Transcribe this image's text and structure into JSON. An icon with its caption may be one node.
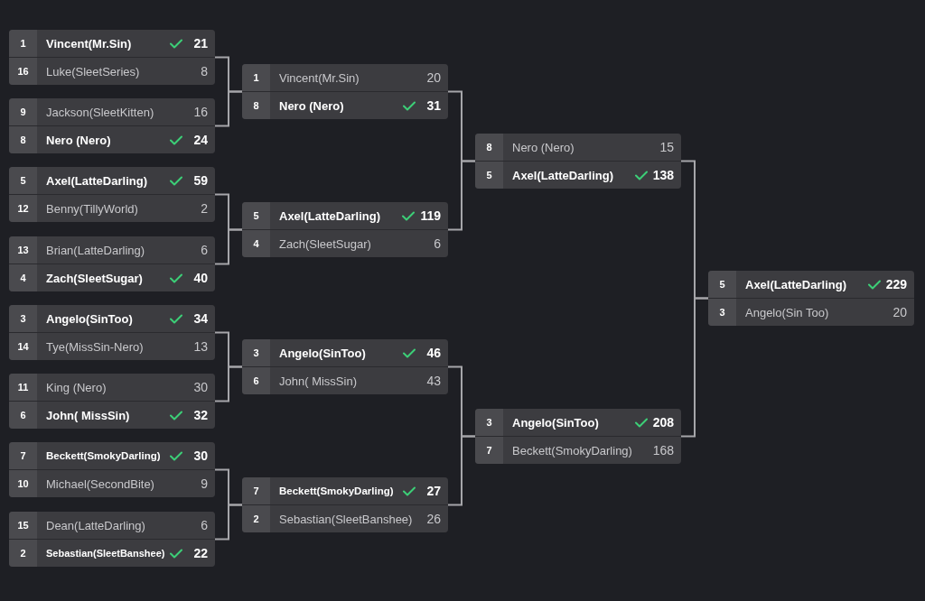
{
  "diagram": {
    "nodes": [
      {
        "text": [],
        "shape": "box"
      },
      {
        "text": [
          "1",
          "Vincent(Mr.Sin)",
          "21"
        ],
        "in": 0
      },
      {
        "text": [
          "16",
          "Luke(SleetSeries)",
          "8"
        ],
        "in": 0
      },
      {
        "text": [],
        "shape": "box"
      },
      {
        "text": [
          "9",
          "Jackson(SleetKitten)",
          "16"
        ],
        "in": 3
      },
      {
        "text": [
          "8",
          "Nero (Nero)",
          "24"
        ],
        "in": 3
      },
      {
        "text": [],
        "shape": "box"
      },
      {
        "text": [
          "5",
          "Axel(LatteDarling)",
          "59"
        ],
        "in": 6
      },
      {
        "text": [
          "12",
          "Benny(TillyWorld)",
          "2"
        ],
        "in": 6
      },
      {
        "text": [],
        "shape": "box"
      },
      {
        "text": [
          "13",
          "Brian(LatteDarling)",
          "6"
        ],
        "in": 9
      },
      {
        "text": [
          "4",
          "Zach(SleetSugar)",
          "40"
        ],
        "in": 9
      },
      {
        "text": [],
        "shape": "box"
      },
      {
        "text": [
          "3",
          "Angelo(SinToo)",
          "34"
        ],
        "in": 12
      },
      {
        "text": [
          "14",
          "Tye(MissSin-Nero)",
          "13"
        ],
        "in": 12
      },
      {
        "text": [],
        "shape": "box"
      },
      {
        "text": [
          "11",
          "King (Nero)",
          "30"
        ],
        "in": 15
      },
      {
        "text": [
          "6",
          "John( MissSin)",
          "32"
        ],
        "in": 15
      },
      {
        "text": [],
        "shape": "box"
      },
      {
        "text": [
          "7",
          "Beckett(SmokyDarling)",
          "30"
        ],
        "in": 18
      },
      {
        "text": [
          "10",
          "Michael(SecondBite)",
          "9"
        ],
        "in": 18
      },
      {
        "text": [],
        "shape": "box"
      },
      {
        "text": [
          "15",
          "Dean(LatteDarling)",
          "6"
        ],
        "in": 21
      },
      {
        "text": [
          "2",
          "Sebastian(SleetBanshee)",
          "22"
        ],
        "in": 21
      },
      {
        "text": [],
        "shape": "box"
      },
      {
        "text": [
          "1",
          "Vincent(Mr.Sin)",
          "20"
        ],
        "in": 24
      },
      {
        "text": [
          "8",
          "Nero (Nero)",
          "31"
        ],
        "in": 24
      },
      {
        "text": [],
        "shape": "box"
      },
      {
        "text": [
          "5",
          "Axel(LatteDarling)",
          "119"
        ],
        "in": 27
      },
      {
        "text": [
          "4",
          "Zach(SleetSugar)",
          "6"
        ],
        "in": 27
      },
      {
        "text": [],
        "shape": "box"
      },
      {
        "text": [
          "3",
          "Angelo(SinToo)",
          "46"
        ],
        "in": 30
      },
      {
        "text": [
          "6",
          "John( MissSin)",
          "43"
        ],
        "in": 30
      },
      {
        "text": [],
        "shape": "box"
      },
      {
        "text": [
          "7",
          "Beckett(SmokyDarling)",
          "27"
        ],
        "in": 33
      },
      {
        "text": [
          "2",
          "Sebastian(SleetBanshee)",
          "26"
        ],
        "in": 33
      },
      {
        "text": [],
        "shape": "box"
      },
      {
        "text": [
          "8",
          "Nero (Nero)",
          "15"
        ],
        "in": 36
      },
      {
        "text": [
          "5",
          "Axel(LatteDarling)",
          "138"
        ],
        "in": 36
      },
      {
        "text": [],
        "shape": "box"
      },
      {
        "text": [
          "3",
          "Angelo(SinToo)",
          "208"
        ],
        "in": 39
      },
      {
        "text": [
          "7",
          "Beckett(SmokyDarling)",
          "168"
        ],
        "in": 39
      },
      {
        "text": [],
        "shape": "box"
      },
      {
        "text": [
          "5",
          "Axel(LatteDarling)",
          "229"
        ],
        "in": 42
      },
      {
        "text": [
          "3",
          "Angelo(Sin Too)",
          "20"
        ],
        "in": 42
      }
    ],
    "edges": [
      {
        "from": 0,
        "to": 24,
        "arrow": "none"
      },
      {
        "from": 3,
        "to": 24,
        "arrow": "none"
      },
      {
        "from": 6,
        "to": 27,
        "arrow": "none"
      },
      {
        "from": 9,
        "to": 27,
        "arrow": "none"
      },
      {
        "from": 12,
        "to": 30,
        "arrow": "none"
      },
      {
        "from": 15,
        "to": 30,
        "arrow": "none"
      },
      {
        "from": 18,
        "to": 33,
        "arrow": "none"
      },
      {
        "from": 21,
        "to": 33,
        "arrow": "none"
      },
      {
        "from": 24,
        "to": 36,
        "arrow": "none"
      },
      {
        "from": 27,
        "to": 36,
        "arrow": "none"
      },
      {
        "from": 30,
        "to": 39,
        "arrow": "none"
      },
      {
        "from": 33,
        "to": 39,
        "arrow": "none"
      },
      {
        "from": 36,
        "to": 42,
        "arrow": "none"
      },
      {
        "from": 39,
        "to": 42,
        "arrow": "none"
      }
    ]
  }
}
